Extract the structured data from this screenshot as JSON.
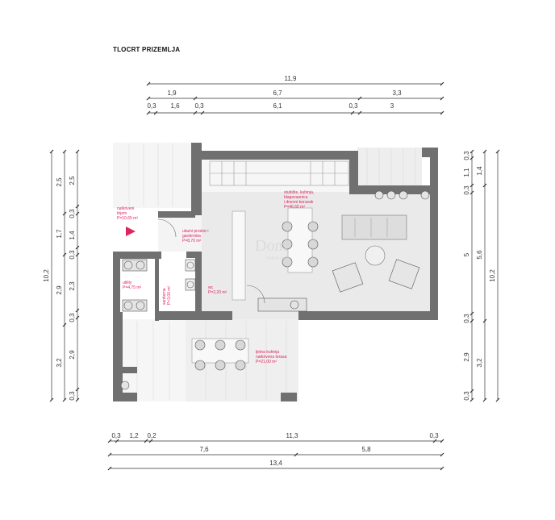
{
  "title": "TLOCRT PRIZEMLJA",
  "dimensions": {
    "top_total": "11,9",
    "top_row2": [
      "1,9",
      "6,7",
      "3,3"
    ],
    "top_row3": [
      "0,3",
      "1,6",
      "0,3",
      "6,1",
      "0,3",
      "3"
    ],
    "bottom_row1": [
      "0,3",
      "1,2",
      "0,2",
      "11,3",
      "0,3"
    ],
    "bottom_row2": [
      "7,6",
      "5,8"
    ],
    "bottom_total": "13,4",
    "left_total": "10,2",
    "left_row2": [
      "2,5",
      "1,7",
      "2,9",
      "3,2"
    ],
    "left_row3": [
      "2,5",
      "0,3",
      "1,4",
      "0,3",
      "2,3",
      "0,3",
      "2,9",
      "0,3"
    ],
    "right_total": "10,2",
    "right_row2": [
      "1,4",
      "5,6",
      "3,2"
    ],
    "right_row3": [
      "0,3",
      "1,1",
      "0,3",
      "5",
      "0,3",
      "2,9",
      "0,3"
    ]
  },
  "rooms": [
    {
      "id": "ulaz",
      "lines": [
        "natkriveni",
        "trijem",
        "P=10,65 m²"
      ]
    },
    {
      "id": "garderoba",
      "lines": [
        "ulazni prostor i",
        "garderoba",
        "P=8,70 m²"
      ]
    },
    {
      "id": "dnevni",
      "lines": [
        "stubište, kuhinja,",
        "blagovaonica",
        "i dnevni boravak",
        "P=46,65 m²"
      ]
    },
    {
      "id": "utility",
      "lines": [
        "utility",
        "P=4,75 m²"
      ]
    },
    {
      "id": "spremnica",
      "lines": [
        "sanitarna",
        "P=3,00 m²"
      ]
    },
    {
      "id": "wc",
      "lines": [
        "wc",
        "P=2,20 m²"
      ]
    },
    {
      "id": "terasa",
      "lines": [
        "ljetna kuhinja",
        "natkrivena terasa",
        "P=21,00 m²"
      ]
    }
  ],
  "watermark": {
    "text": "Dom",
    "sub": "nekretnine"
  },
  "colors": {
    "wall": "#707070",
    "accent": "#e0245e",
    "fill": "#f0f0f0"
  }
}
